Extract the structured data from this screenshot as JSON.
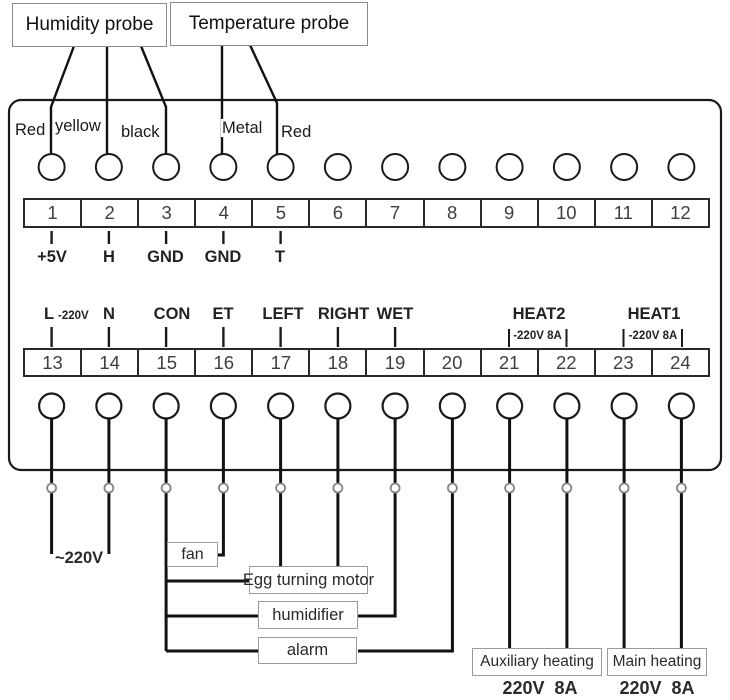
{
  "colors": {
    "line": "#1a1a1a",
    "terminal_number": "#3f3f3f",
    "box_border": "#9a9a9a"
  },
  "probes": {
    "humidity": {
      "label": "Humidity probe"
    },
    "temperature": {
      "label": "Temperature probe"
    }
  },
  "wire_labels": {
    "red1": "Red",
    "yellow": "yellow",
    "black": "black",
    "metal": "Metal",
    "red2": "Red"
  },
  "top_strip": {
    "numbers": [
      "1",
      "2",
      "3",
      "4",
      "5",
      "6",
      "7",
      "8",
      "9",
      "10",
      "11",
      "12"
    ],
    "pins": [
      "+5V",
      "H",
      "GND",
      "GND",
      "T"
    ]
  },
  "bottom_strip": {
    "numbers": [
      "13",
      "14",
      "15",
      "16",
      "17",
      "18",
      "19",
      "20",
      "21",
      "22",
      "23",
      "24"
    ],
    "pins": {
      "l": "L",
      "l_sub": "-220V",
      "n": "N",
      "con": "CON",
      "et": "ET",
      "left": "LEFT",
      "right": "RIGHT",
      "wet": "WET",
      "heat2": "HEAT2",
      "heat2_sub": "-220V 8A",
      "heat1": "HEAT1",
      "heat1_sub": "-220V 8A"
    }
  },
  "outputs": {
    "mains": "~220V",
    "fan": "fan",
    "egg_motor": "Egg turning motor",
    "humidifier": "humidifier",
    "alarm": "alarm",
    "aux_heating": "Auxiliary heating",
    "aux_rating": "220V  8A",
    "main_heating": "Main heating",
    "main_rating": "220V  8A"
  }
}
